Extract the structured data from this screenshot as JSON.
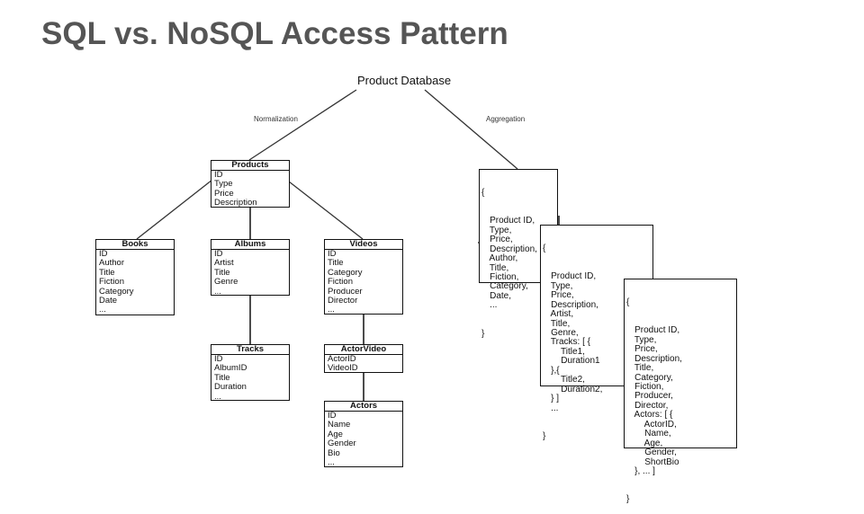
{
  "title": "SQL vs. NoSQL Access Pattern",
  "diagram": {
    "root": "Product Database",
    "edges": {
      "left": "Normalization",
      "right": "Aggregation"
    },
    "tables": {
      "products": {
        "name": "Products",
        "fields": [
          "ID",
          "Type",
          "Price",
          "Description"
        ]
      },
      "books": {
        "name": "Books",
        "fields": [
          "ID",
          "Author",
          "Title",
          "Fiction",
          "Category",
          "Date",
          "..."
        ]
      },
      "albums": {
        "name": "Albums",
        "fields": [
          "ID",
          "Artist",
          "Title",
          "Genre",
          "..."
        ]
      },
      "videos": {
        "name": "Videos",
        "fields": [
          "ID",
          "Title",
          "Category",
          "Fiction",
          "Producer",
          "Director",
          "..."
        ]
      },
      "tracks": {
        "name": "Tracks",
        "fields": [
          "ID",
          "AlbumID",
          "Title",
          "Duration",
          "..."
        ]
      },
      "actorvideo": {
        "name": "ActorVideo",
        "fields": [
          "ActorID",
          "VideoID"
        ]
      },
      "actors": {
        "name": "Actors",
        "fields": [
          "ID",
          "Name",
          "Age",
          "Gender",
          "Bio",
          "..."
        ]
      }
    },
    "documents": {
      "book_doc": {
        "open": "{",
        "lines": [
          "    Product ID,",
          "    Type,",
          "    Price,",
          "    Description,",
          "    Author,",
          "    Title,",
          "    Fiction,",
          "    Category,",
          "    Date,",
          "    ..."
        ],
        "close": "}"
      },
      "album_doc": {
        "open": "{",
        "lines": [
          "    Product ID,",
          "    Type,",
          "    Price,",
          "    Description,",
          "    Artist,",
          "    Title,",
          "    Genre,",
          "    Tracks: [ {",
          "        Title1,",
          "        Duration1",
          "    },{",
          "        Title2,",
          "        Duration2,",
          "    } ]",
          "    ..."
        ],
        "close": "}"
      },
      "video_doc": {
        "open": "{",
        "lines": [
          "    Product ID,",
          "    Type,",
          "    Price,",
          "    Description,",
          "    Title,",
          "    Category,",
          "    Fiction,",
          "    Producer,",
          "    Director,",
          "    Actors: [ {",
          "        ActorID,",
          "        Name,",
          "        Age,",
          "        Gender,",
          "        ShortBio",
          "    }, ... ]"
        ],
        "close": "}"
      }
    }
  }
}
